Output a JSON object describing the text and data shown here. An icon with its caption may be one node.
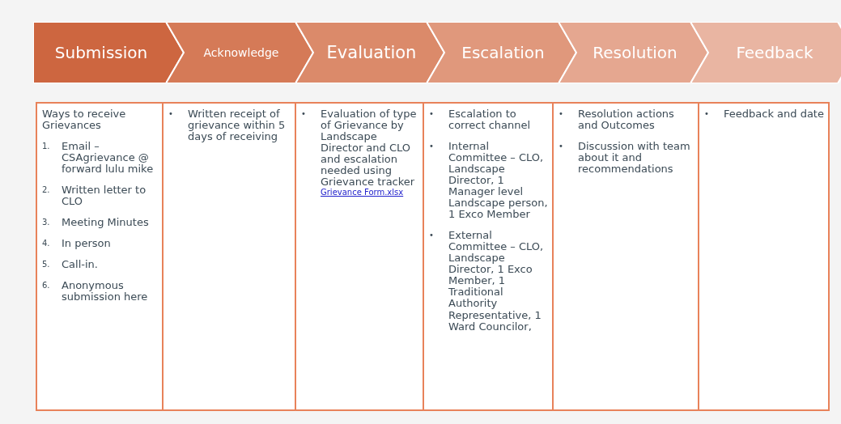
{
  "diagram": {
    "nodes": [
      {
        "text": [
          "Submission"
        ]
      },
      {
        "text": [
          "Acknowledge"
        ]
      },
      {
        "text": [
          "Evaluation"
        ]
      },
      {
        "text": [
          "Escalation"
        ]
      },
      {
        "text": [
          "Resolution"
        ]
      },
      {
        "text": [
          "Feedback"
        ]
      },
      {
        "text": [
          "Ways to receive Grievances",
          "1. Email – CSAgrievance @ forward lulu mike",
          "2. Written letter to CLO",
          "3. Meeting Minutes",
          "4. In person",
          "5. Call-in.",
          "6. Anonymous submission here"
        ]
      },
      {
        "text": [
          "• Written receipt of grievance within 5 days of receiving"
        ]
      },
      {
        "text": [
          "• Evaluation of type of Grievance by Landscape Director and CLO and escalation needed using Grievance tracker",
          "Grievance Form.xlsx"
        ]
      },
      {
        "text": [
          "• Escalation to correct channel",
          "• Internal Committee – CLO, Landscape Director, 1 Manager level Landscape person, 1 Exco Member",
          "• External Committee – CLO, Landscape Director, 1 Exco Member, 1 Traditional Authority Representative, 1 Ward Councilor,"
        ]
      },
      {
        "text": [
          "• Resolution actions and Outcomes",
          "• Discussion with team about it and recommendations"
        ]
      },
      {
        "text": [
          "• Feedback and date"
        ]
      }
    ]
  }
}
